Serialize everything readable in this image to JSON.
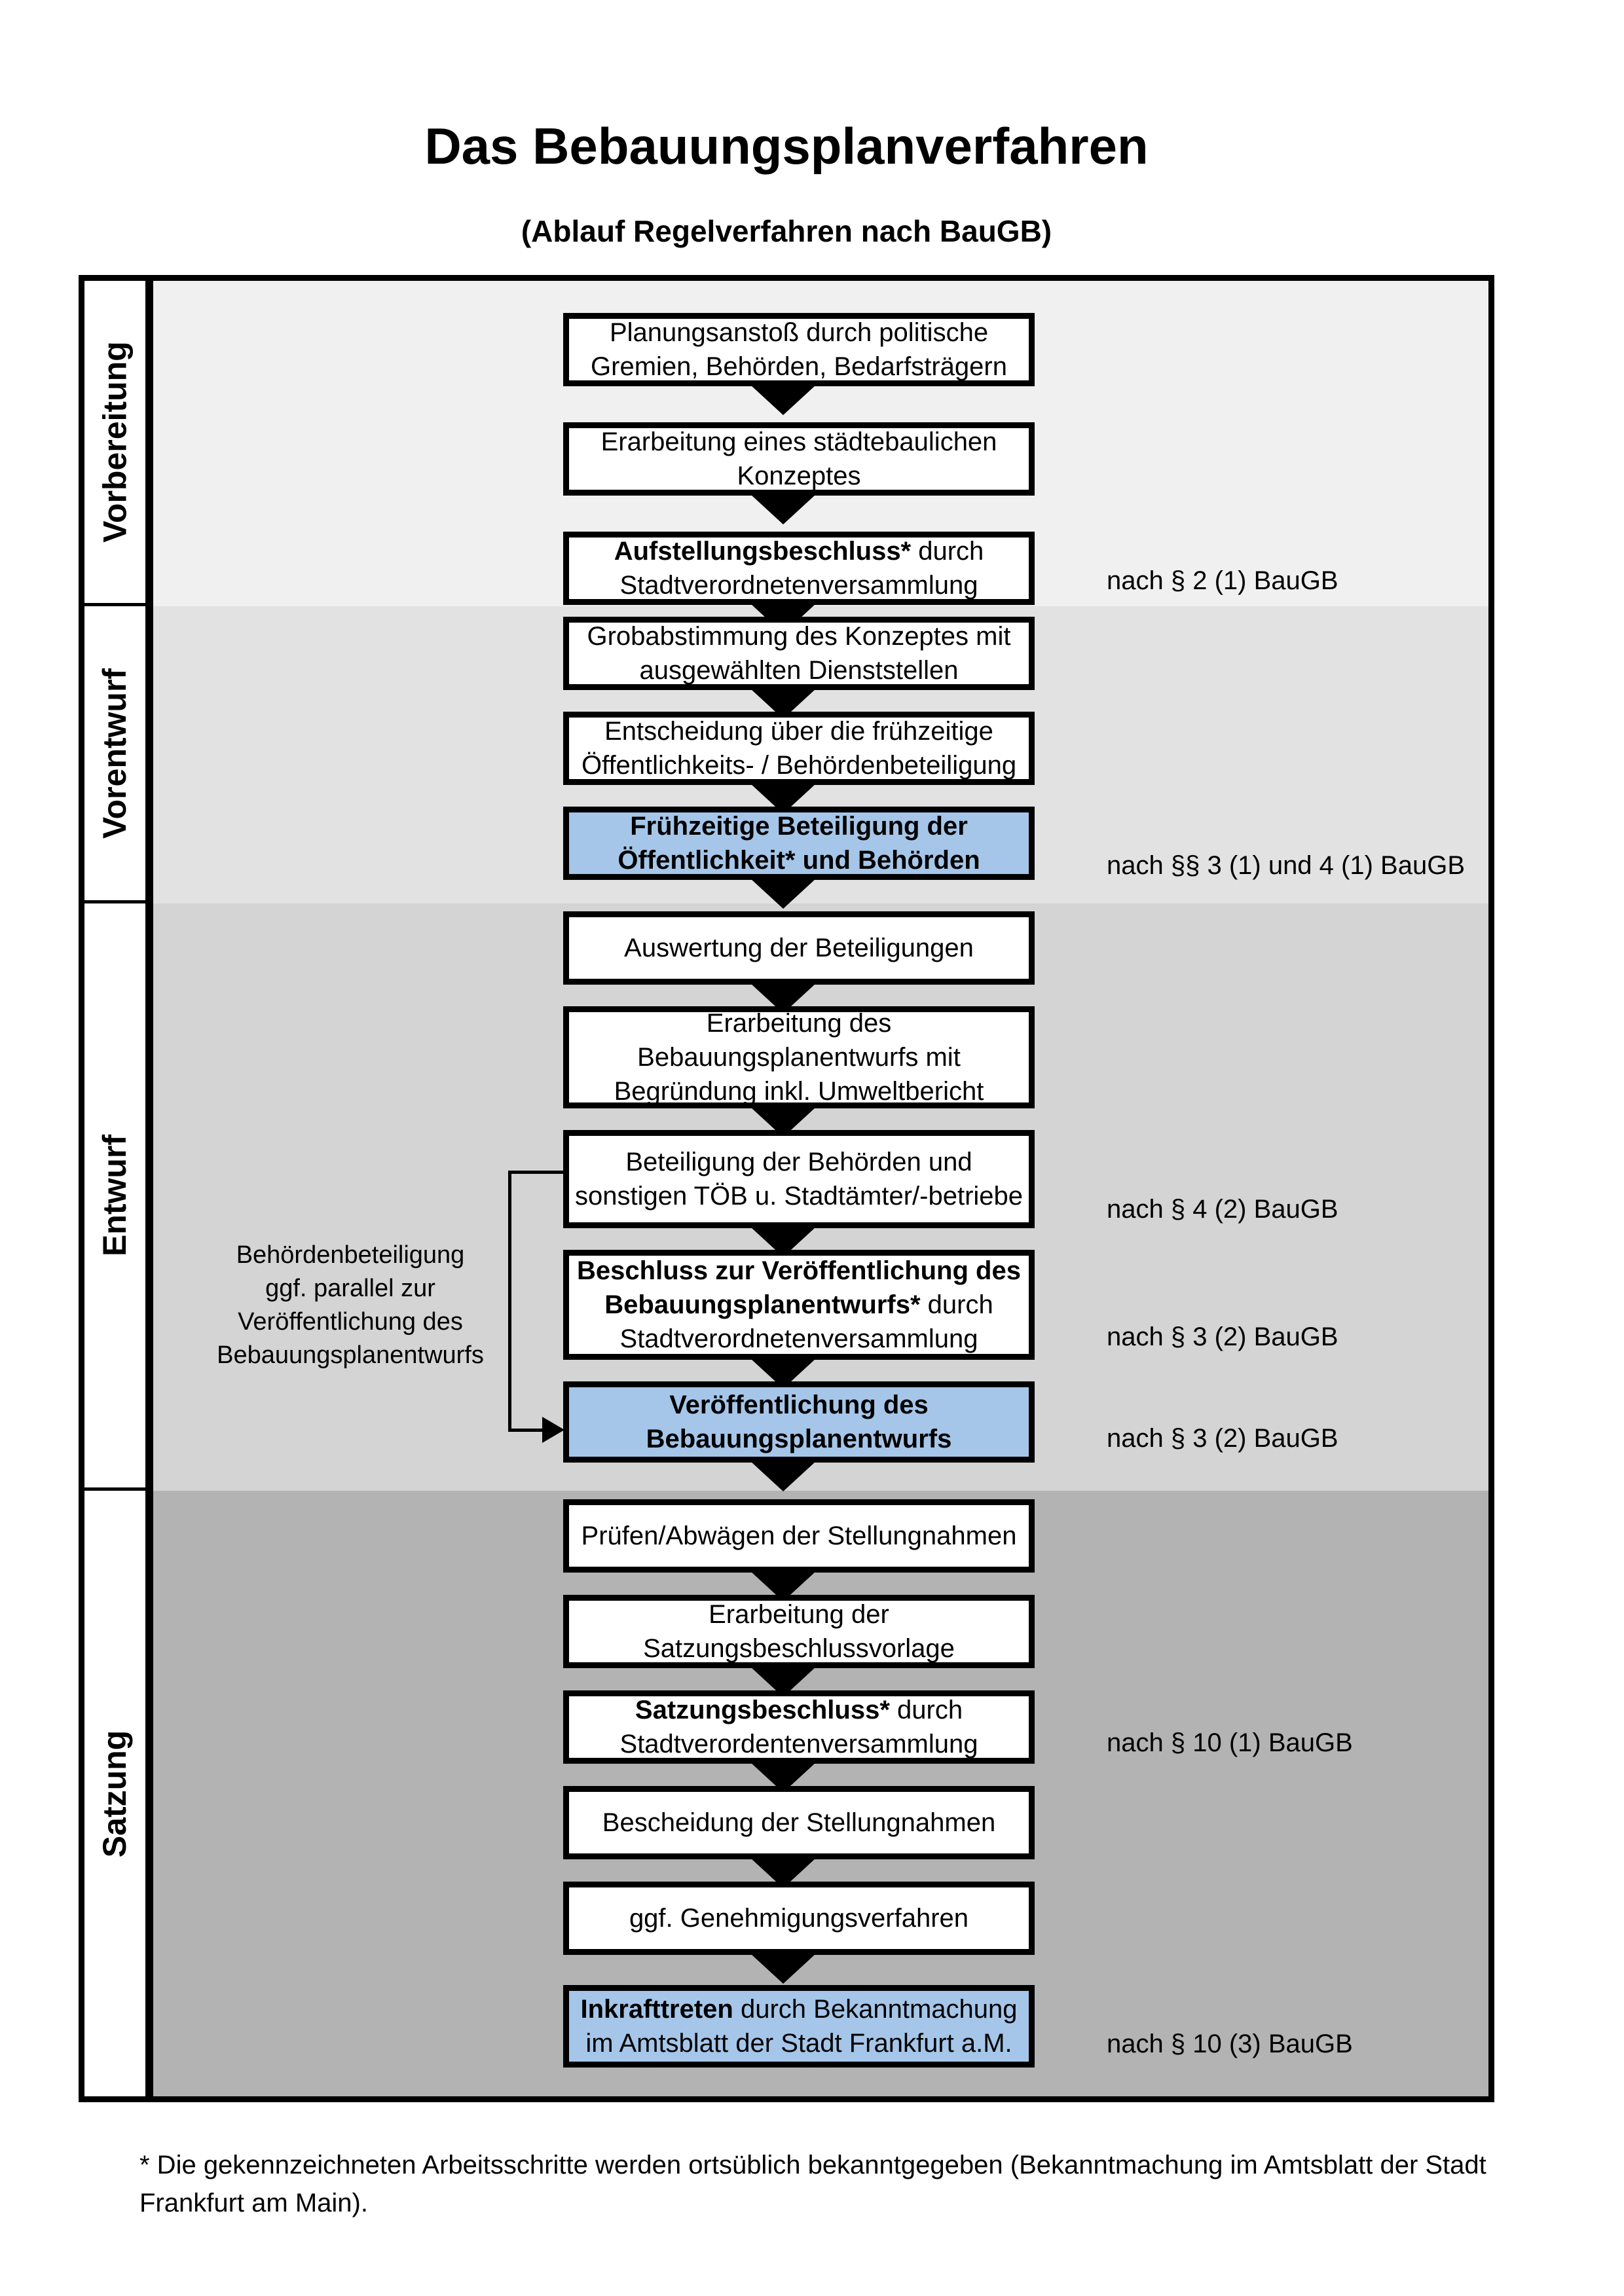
{
  "header": {
    "title": "Das Bebauungsplanverfahren",
    "subtitle": "(Ablauf Regelverfahren nach BauGB)"
  },
  "phases": [
    {
      "label": "Vorbereitung"
    },
    {
      "label": "Vorentwurf"
    },
    {
      "label": "Entwurf"
    },
    {
      "label": "Satzung"
    }
  ],
  "flow": {
    "steps": [
      {
        "highlight": false,
        "ref": "",
        "lines": [
          [
            {
              "t": "Planungsanstoß durch politische",
              "b": false
            }
          ],
          [
            {
              "t": "Gremien, Behörden, Bedarfsträgern",
              "b": false
            }
          ]
        ]
      },
      {
        "highlight": false,
        "ref": "",
        "lines": [
          [
            {
              "t": "Erarbeitung eines städtebaulichen",
              "b": false
            }
          ],
          [
            {
              "t": "Konzeptes",
              "b": false
            }
          ]
        ]
      },
      {
        "highlight": false,
        "ref": "nach § 2 (1) BauGB",
        "lines": [
          [
            {
              "t": "Aufstellungsbeschluss*",
              "b": true
            },
            {
              "t": " durch",
              "b": false
            }
          ],
          [
            {
              "t": "Stadtverordnetenversammlung",
              "b": false
            }
          ]
        ]
      },
      {
        "highlight": false,
        "ref": "",
        "lines": [
          [
            {
              "t": "Grobabstimmung des Konzeptes mit",
              "b": false
            }
          ],
          [
            {
              "t": "ausgewählten Dienststellen",
              "b": false
            }
          ]
        ]
      },
      {
        "highlight": false,
        "ref": "",
        "lines": [
          [
            {
              "t": "Entscheidung über die frühzeitige",
              "b": false
            }
          ],
          [
            {
              "t": "Öffentlichkeits- / Behördenbeteiligung",
              "b": false
            }
          ]
        ]
      },
      {
        "highlight": true,
        "ref": "nach §§ 3 (1) und 4 (1) BauGB",
        "lines": [
          [
            {
              "t": "Frühzeitige Beteiligung der",
              "b": true
            }
          ],
          [
            {
              "t": "Öffentlichkeit* und Behörden",
              "b": true
            }
          ]
        ]
      },
      {
        "highlight": false,
        "ref": "",
        "lines": [
          [
            {
              "t": "Auswertung der Beteiligungen",
              "b": false
            }
          ]
        ]
      },
      {
        "highlight": false,
        "ref": "",
        "lines": [
          [
            {
              "t": "Erarbeitung des",
              "b": false
            }
          ],
          [
            {
              "t": "Bebauungsplanentwurfs mit",
              "b": false
            }
          ],
          [
            {
              "t": "Begründung inkl. Umweltbericht",
              "b": false
            }
          ]
        ]
      },
      {
        "highlight": false,
        "ref": "nach § 4 (2) BauGB",
        "lines": [
          [
            {
              "t": "Beteiligung der Behörden und",
              "b": false
            }
          ],
          [
            {
              "t": "sonstigen TÖB u. Stadtämter/-betriebe",
              "b": false
            }
          ]
        ]
      },
      {
        "highlight": false,
        "ref": "nach § 3 (2) BauGB",
        "lines": [
          [
            {
              "t": "Beschluss zur Veröffentlichung des",
              "b": true
            }
          ],
          [
            {
              "t": "Bebauungsplanentwurfs*",
              "b": true
            },
            {
              "t": " durch",
              "b": false
            }
          ],
          [
            {
              "t": "Stadtverordnetenversammlung",
              "b": false
            }
          ]
        ]
      },
      {
        "highlight": true,
        "ref": "nach § 3 (2) BauGB",
        "lines": [
          [
            {
              "t": "Veröffentlichung des",
              "b": true
            }
          ],
          [
            {
              "t": "Bebauungsplanentwurfs",
              "b": true
            }
          ]
        ]
      },
      {
        "highlight": false,
        "ref": "",
        "lines": [
          [
            {
              "t": "Prüfen/Abwägen der Stellungnahmen",
              "b": false
            }
          ]
        ]
      },
      {
        "highlight": false,
        "ref": "",
        "lines": [
          [
            {
              "t": "Erarbeitung der",
              "b": false
            }
          ],
          [
            {
              "t": "Satzungsbeschlussvorlage",
              "b": false
            }
          ]
        ]
      },
      {
        "highlight": false,
        "ref": "nach § 10 (1) BauGB",
        "lines": [
          [
            {
              "t": "Satzungsbeschluss*",
              "b": true
            },
            {
              "t": " durch",
              "b": false
            }
          ],
          [
            {
              "t": "Stadtverordentenversammlung",
              "b": false
            }
          ]
        ]
      },
      {
        "highlight": false,
        "ref": "",
        "lines": [
          [
            {
              "t": "Bescheidung der Stellungnahmen",
              "b": false
            }
          ]
        ]
      },
      {
        "highlight": false,
        "ref": "",
        "lines": [
          [
            {
              "t": "ggf. Genehmigungsverfahren",
              "b": false
            }
          ]
        ]
      },
      {
        "highlight": true,
        "ref": "nach § 10 (3) BauGB",
        "lines": [
          [
            {
              "t": "Inkrafttreten",
              "b": true
            },
            {
              "t": " durch Bekanntmachung",
              "b": false
            }
          ],
          [
            {
              "t": "im Amtsblatt der Stadt Frankfurt a.M.",
              "b": false
            }
          ]
        ]
      }
    ],
    "side_note": {
      "lines": [
        "Behördenbeteiligung",
        "ggf. parallel zur",
        "Veröffentlichung des",
        "Bebauungsplanentwurfs"
      ]
    }
  },
  "footnote": {
    "line1": "* Die gekennzeichneten Arbeitsschritte werden ortsüblich bekanntgegeben (Bekanntmachung im Amtsblatt  der Stadt",
    "line2": "Frankfurt am Main)."
  },
  "colors": {
    "highlight_blue": "#a5c6e9",
    "phase_backgrounds": [
      "#f0f0f0",
      "#e2e2e2",
      "#d4d4d4",
      "#b3b3b3"
    ],
    "box_border": "#000000"
  }
}
